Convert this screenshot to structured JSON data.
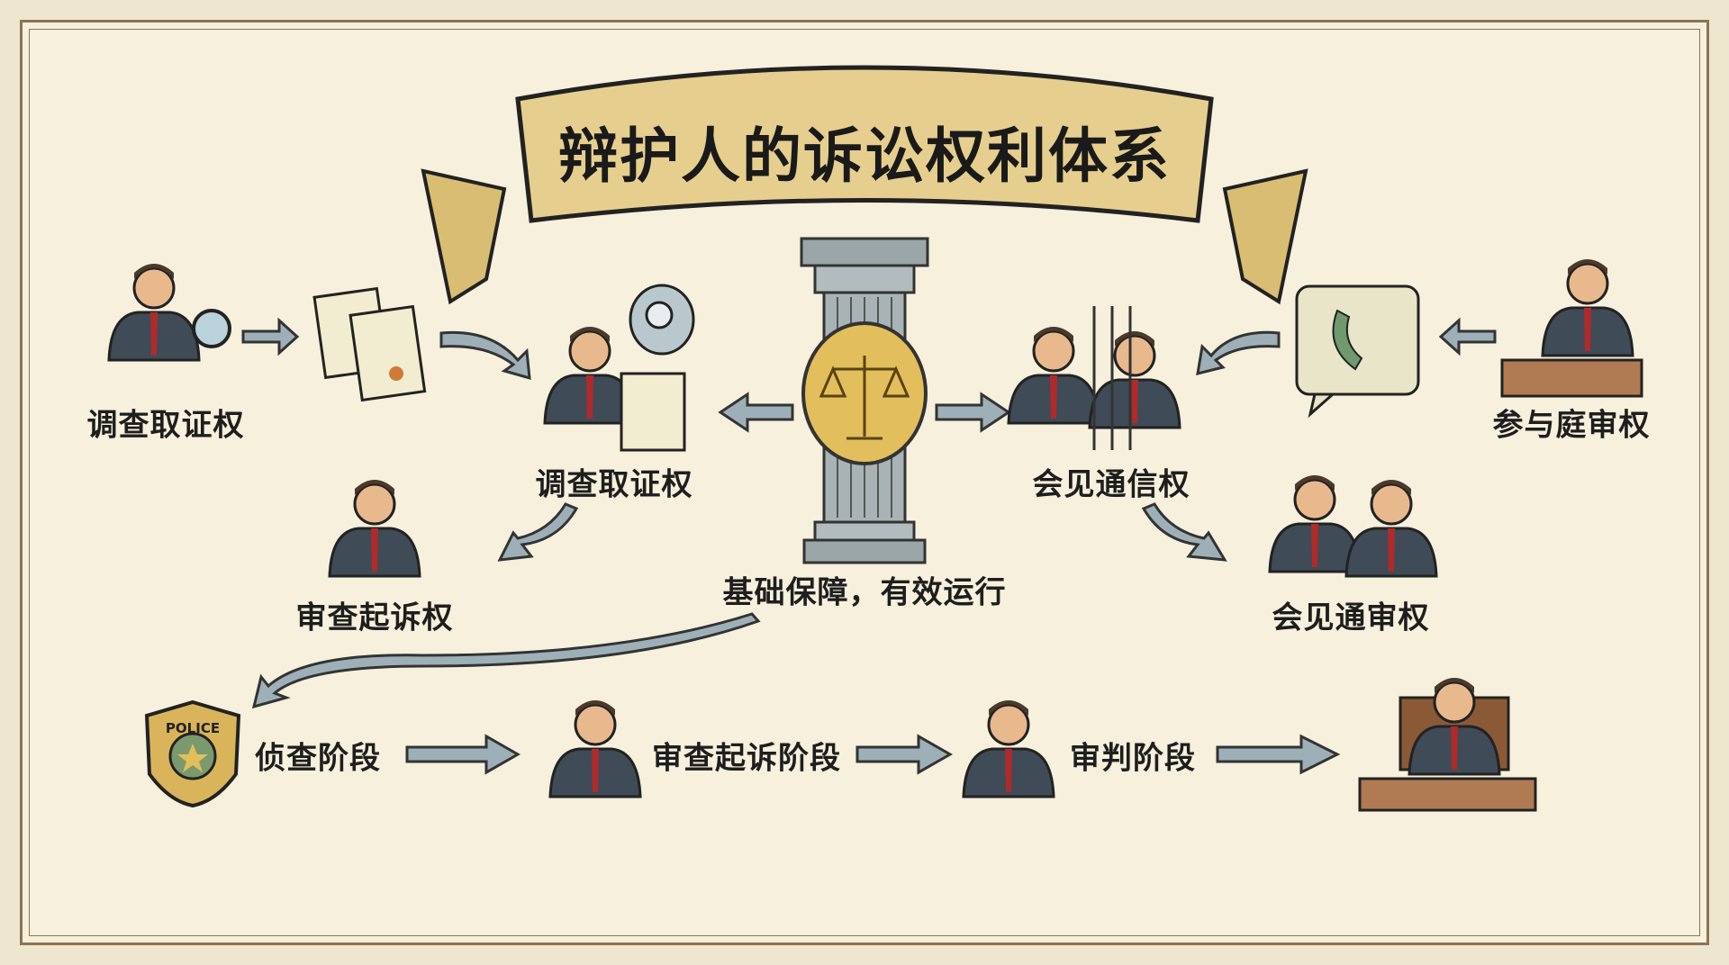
{
  "title": "辩护人的诉讼权利体系",
  "center": {
    "label": "基础保障，有效运行",
    "icon": "scales-of-justice-pillar"
  },
  "rights": {
    "left_outer": "调查取证权",
    "left_inner": "调查取证权",
    "left_lower": "审查起诉权",
    "right_inner": "会见通信权",
    "right_outer": "参与庭审权",
    "right_lower": "会见通审权"
  },
  "stages": {
    "badge_text": "POLICE",
    "items": [
      "侦查阶段",
      "审查起诉阶段",
      "审判阶段"
    ]
  },
  "colors": {
    "banner": "#e6cf8e",
    "pillar": "#9aa6a8",
    "coin": "#e2bf5c",
    "arrow": "#9db0b8",
    "paper": "#f6f0dc"
  }
}
